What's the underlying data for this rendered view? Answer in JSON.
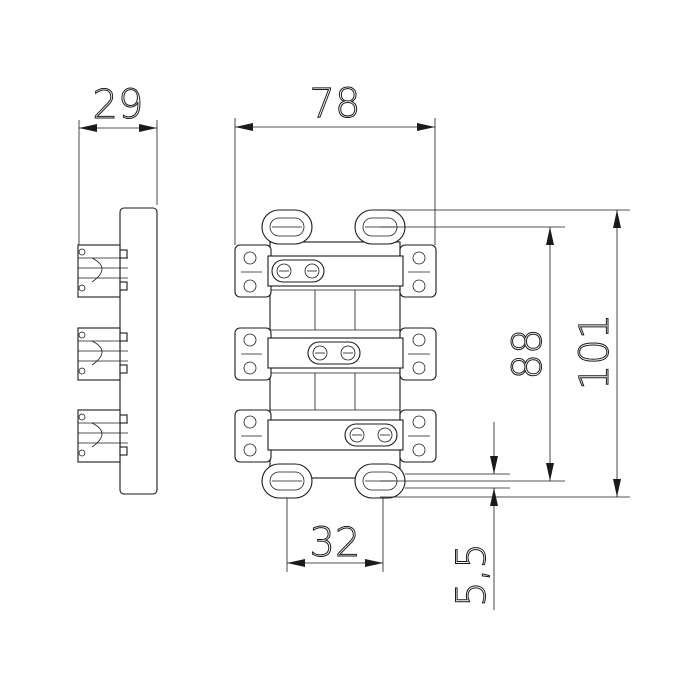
{
  "dimensions": {
    "side_width": "29",
    "overall_width": "78",
    "hole_spacing": "32",
    "hole_center_height": "88",
    "overall_height": "101",
    "slot_width": "5,5"
  }
}
